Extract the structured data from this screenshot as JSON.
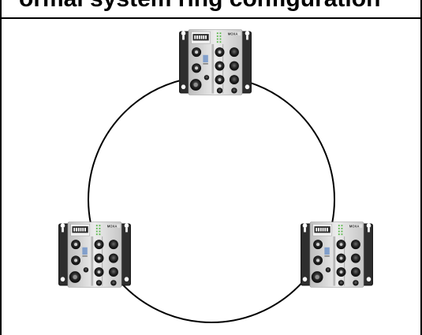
{
  "header": {
    "text": "ormal system ring configuration"
  },
  "devices": [
    {
      "name": "switch-top",
      "brand": "MOXA"
    },
    {
      "name": "switch-bottom-left",
      "brand": "MOXA"
    },
    {
      "name": "switch-bottom-right",
      "brand": "MOXA"
    }
  ],
  "colors": {
    "ring": "#000000",
    "housing": "#d9d9d9",
    "mount": "#1e1e1e",
    "port_dark": "#1a1a1a",
    "led_green": "#59b84a"
  }
}
